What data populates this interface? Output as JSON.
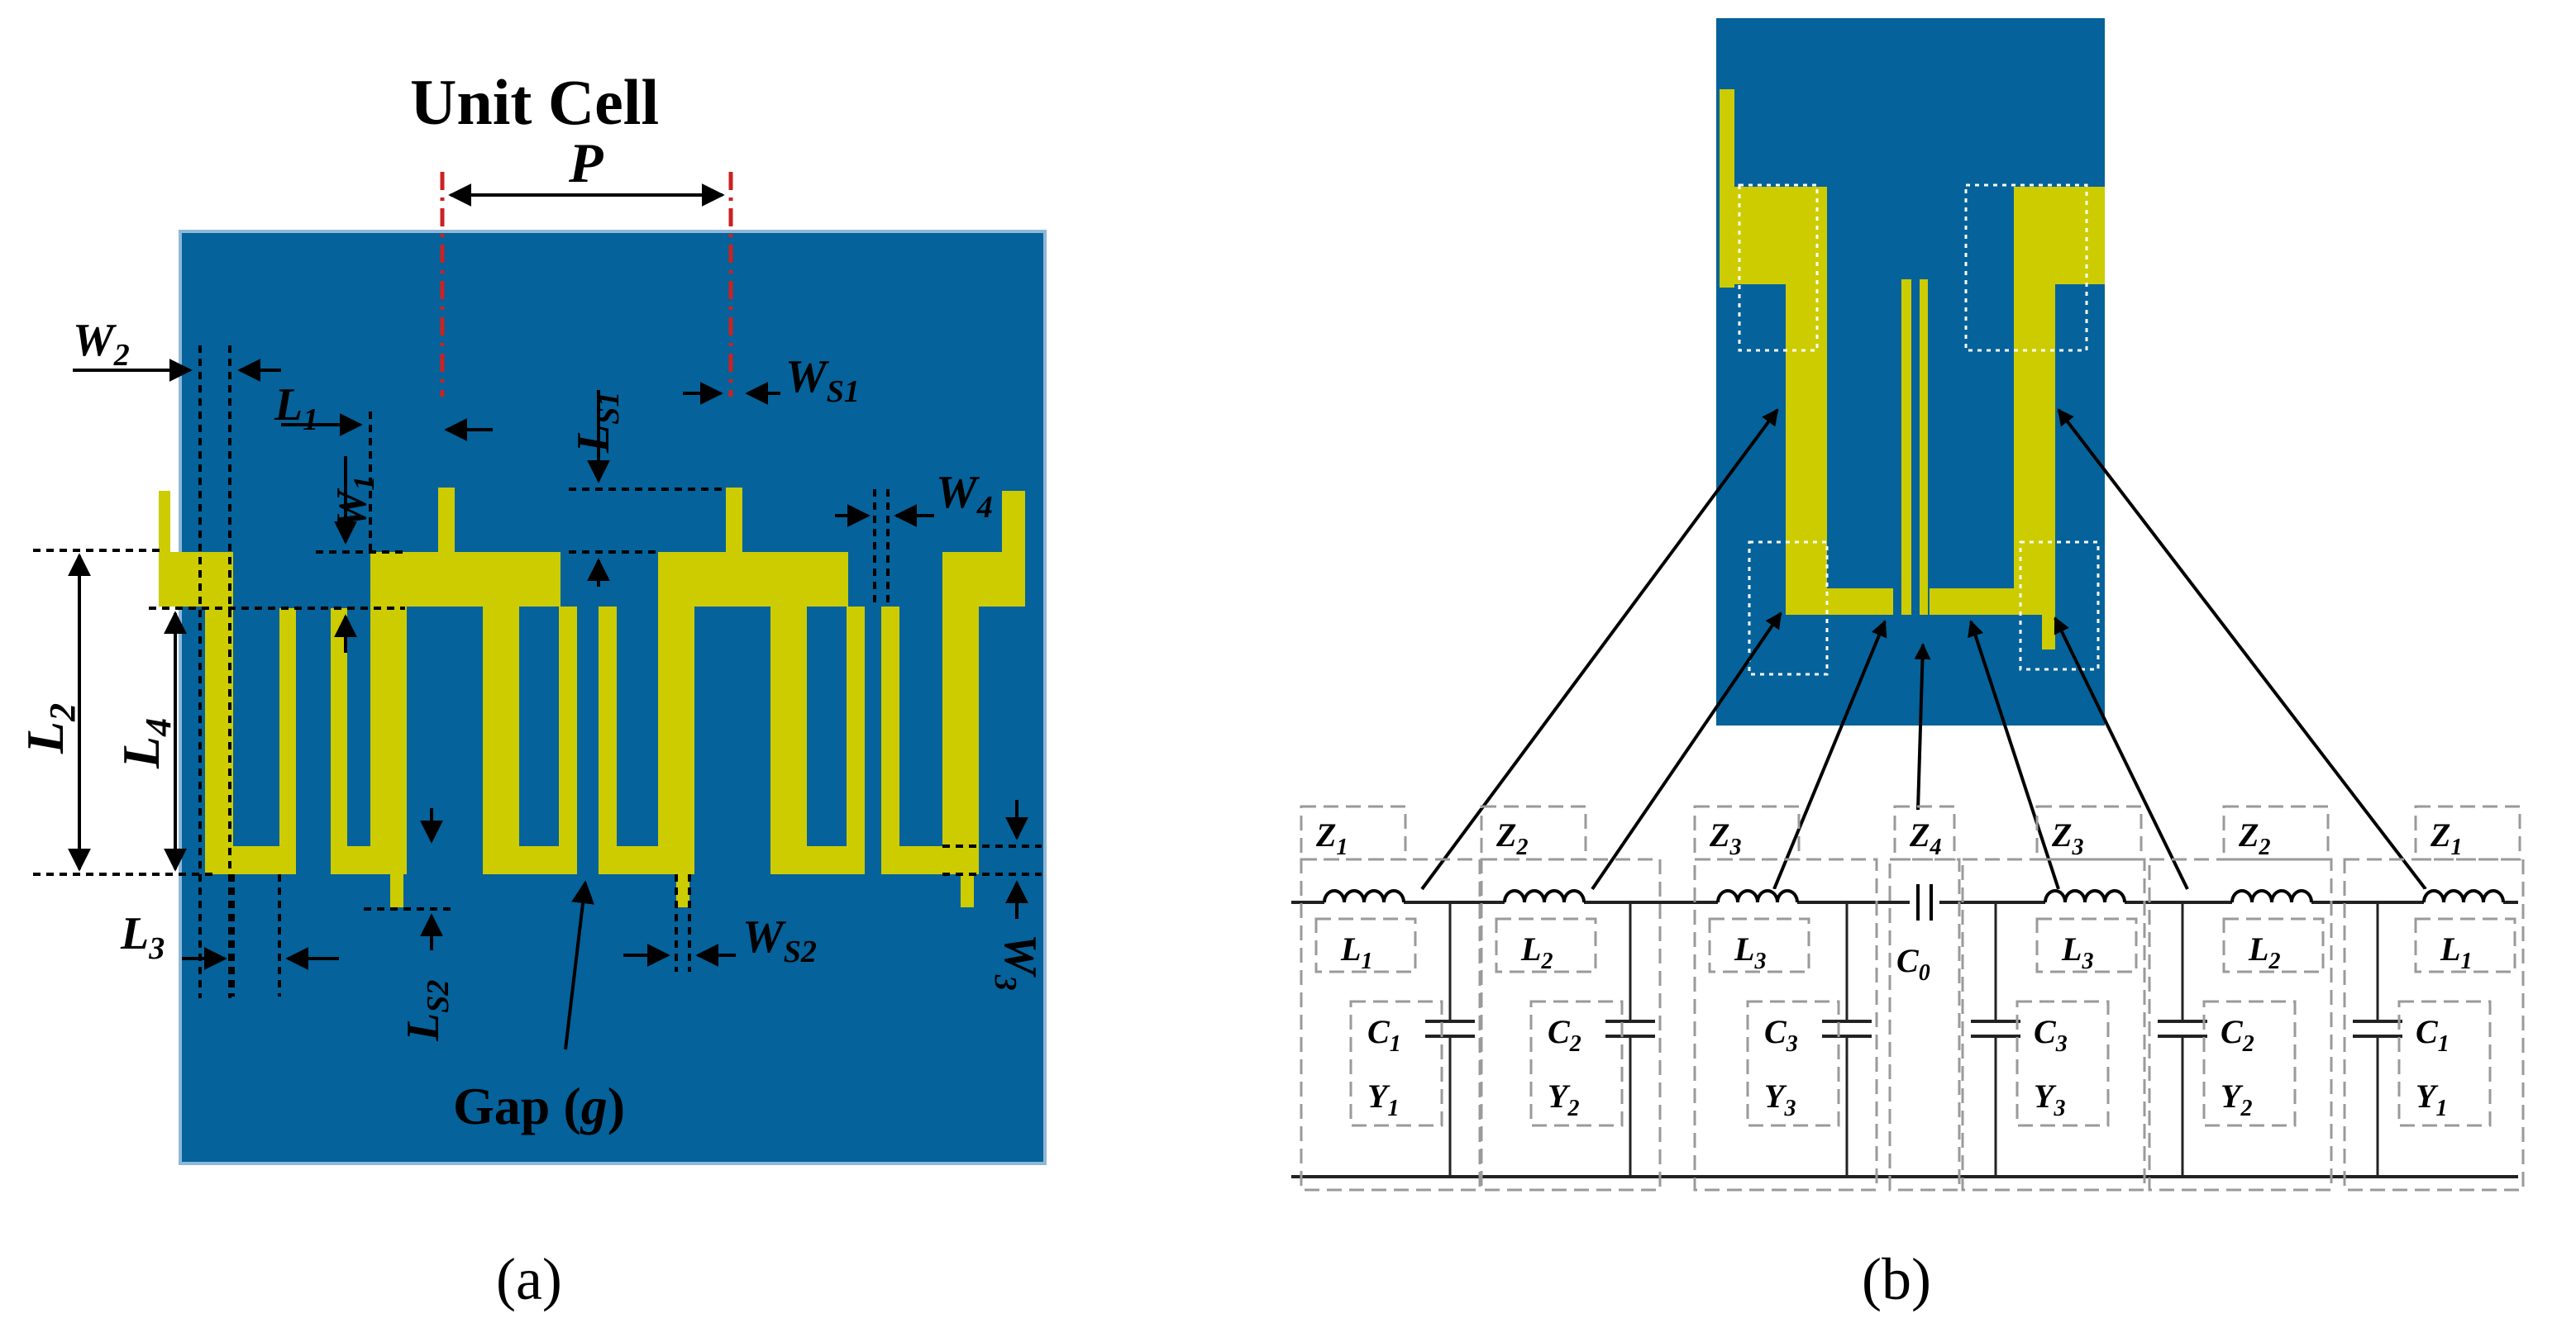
{
  "panel_a": {
    "title": "Unit Cell",
    "caption": "(a)",
    "gap_label": "Gap (",
    "gap_symbol": "g",
    "gap_close": ")",
    "dimensions": {
      "P": "P",
      "W2": "W",
      "W2_sub": "2",
      "L1": "L",
      "L1_sub": "1",
      "W1": "W",
      "W1_sub": "1",
      "LS1": "L",
      "LS1_sub": "S1",
      "WS1": "W",
      "WS1_sub": "S1",
      "W4": "W",
      "W4_sub": "4",
      "L2": "L",
      "L2_sub": "2",
      "L4": "L",
      "L4_sub": "4",
      "L3": "L",
      "L3_sub": "3",
      "LS2": "L",
      "LS2_sub": "S2",
      "WS2": "W",
      "WS2_sub": "S2",
      "W3": "W",
      "W3_sub": "3"
    },
    "colors": {
      "substrate": "#05629a",
      "copper": "#cccc00",
      "marker": "#cc2222"
    }
  },
  "panel_b": {
    "caption": "(b)",
    "cells": [
      {
        "z": "Z",
        "z_sub": "1",
        "l": "L",
        "l_sub": "1",
        "c": "C",
        "c_sub": "1",
        "y": "Y",
        "y_sub": "1"
      },
      {
        "z": "Z",
        "z_sub": "2",
        "l": "L",
        "l_sub": "2",
        "c": "C",
        "c_sub": "2",
        "y": "Y",
        "y_sub": "2"
      },
      {
        "z": "Z",
        "z_sub": "3",
        "l": "L",
        "l_sub": "3",
        "c": "C",
        "c_sub": "3",
        "y": "Y",
        "y_sub": "3"
      },
      {
        "z": "Z",
        "z_sub": "4",
        "c0": "C",
        "c0_sub": "0"
      },
      {
        "z": "Z",
        "z_sub": "3",
        "l": "L",
        "l_sub": "3",
        "c": "C",
        "c_sub": "3",
        "y": "Y",
        "y_sub": "3"
      },
      {
        "z": "Z",
        "z_sub": "2",
        "l": "L",
        "l_sub": "2",
        "c": "C",
        "c_sub": "2",
        "y": "Y",
        "y_sub": "2"
      },
      {
        "z": "Z",
        "z_sub": "1",
        "l": "L",
        "l_sub": "1",
        "c": "C",
        "c_sub": "1",
        "y": "Y",
        "y_sub": "1"
      }
    ]
  }
}
